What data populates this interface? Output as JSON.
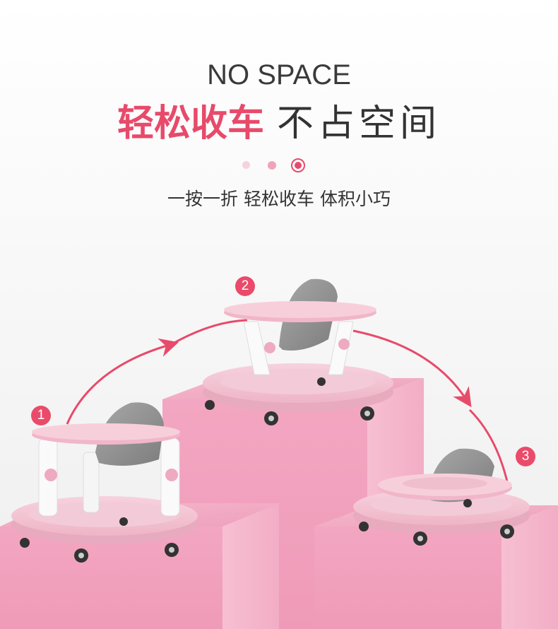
{
  "header": {
    "title_en": "NO SPACE",
    "title_cn_accent": "轻松收车",
    "title_cn_plain": "不占空间",
    "subtitle": "一按一折 轻松收车 体积小巧"
  },
  "steps": [
    {
      "label": "1"
    },
    {
      "label": "2"
    },
    {
      "label": "3"
    }
  ],
  "colors": {
    "accent": "#e84a6a",
    "pedestal": "#f0a8c2",
    "walker_pink": "#f2c3d2",
    "seat_gray": "#8e8e8e"
  }
}
